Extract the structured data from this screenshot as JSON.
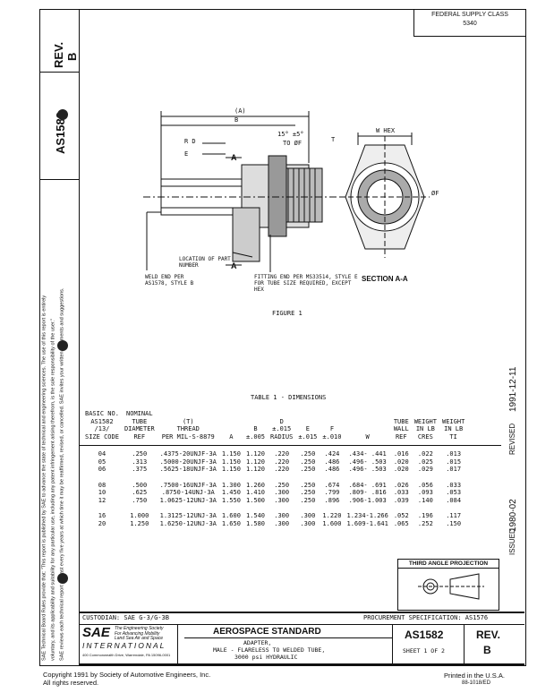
{
  "side": {
    "rev_label": "REV.",
    "rev_value": "B",
    "doc_id": "AS1582",
    "disclaimer_1": "SAE Technical Board Rules provide that: \"This report is published by SAE to advance the state of technical and engineering sciences. The use of this report is entirely",
    "disclaimer_2": "voluntary, and its applicability and suitability for any particular use, including any patent infringement arising therefrom, is the sole responsibility of the user.\"",
    "disclaimer_3": "SAE reviews each technical report at least every five years at which time it may be reaffirmed, revised, or cancelled. SAE invites your written comments and suggestions."
  },
  "right_side": {
    "revised_label": "REVISED",
    "revised_date": "1991-12-11",
    "issued_label": "ISSUED",
    "issued_date": "1980-02"
  },
  "fsc": {
    "label": "FEDERAL SUPPLY CLASS",
    "value": "5340"
  },
  "figure": {
    "caption": "FIGURE 1",
    "labels": {
      "a_dim": "(A)",
      "b_dim": "B",
      "rd": "R D",
      "e": "E",
      "angle": "15° ±5°",
      "to_phi_f": "TO ØF",
      "t": "T",
      "a_cut_top": "A",
      "a_cut_bottom": "A",
      "fitting_end": "FITTING END PER MS33514, STYLE E FOR TUBE SIZE REQUIRED, EXCEPT HEX",
      "location": "LOCATION OF PART NUMBER",
      "weld_end": "WELD END PER AS1578, STYLE B",
      "w_hex": "W HEX",
      "phi_f": "ØF",
      "section": "SECTION A-A"
    }
  },
  "table": {
    "title": "TABLE 1 - DIMENSIONS",
    "headers": [
      [
        "BASIC NO.",
        "AS1582",
        "/13/",
        "SIZE CODE"
      ],
      [
        "NOMINAL",
        "TUBE",
        "DIAMETER",
        "REF"
      ],
      [
        "",
        "(T)",
        "THREAD",
        "PER MIL-S-8879"
      ],
      [
        "",
        "",
        "",
        "A"
      ],
      [
        "",
        "",
        "B",
        "±.005"
      ],
      [
        "",
        "D",
        "±.015",
        "RADIUS"
      ],
      [
        "",
        "",
        "E",
        "±.015"
      ],
      [
        "",
        "",
        "F",
        "±.010"
      ],
      [
        "",
        "",
        "",
        "W"
      ],
      [
        "",
        "TUBE",
        "WALL",
        "REF"
      ],
      [
        "",
        "WEIGHT",
        "IN LB",
        "CRES"
      ],
      [
        "",
        "WEIGHT",
        "IN LB",
        "TI"
      ]
    ],
    "groups": [
      [
        [
          "04",
          ".250",
          ".4375-20UNJF-3A",
          "1.150",
          "1.120",
          ".220",
          ".250",
          ".424",
          ".434- .441",
          ".016",
          ".022",
          ".013"
        ],
        [
          "05",
          ".313",
          ".5000-20UNJF-3A",
          "1.150",
          "1.120",
          ".220",
          ".250",
          ".486",
          ".496- .503",
          ".020",
          ".025",
          ".015"
        ],
        [
          "06",
          ".375",
          ".5625-18UNJF-3A",
          "1.150",
          "1.120",
          ".220",
          ".250",
          ".486",
          ".496- .503",
          ".020",
          ".029",
          ".017"
        ]
      ],
      [
        [
          "08",
          ".500",
          ".7500-16UNJF-3A",
          "1.300",
          "1.260",
          ".250",
          ".250",
          ".674",
          ".684- .691",
          ".026",
          ".056",
          ".033"
        ],
        [
          "10",
          ".625",
          ".8750-14UNJ-3A",
          "1.450",
          "1.410",
          ".300",
          ".250",
          ".799",
          ".809- .816",
          ".033",
          ".093",
          ".053"
        ],
        [
          "12",
          ".750",
          "1.0625-12UNJ-3A",
          "1.550",
          "1.500",
          ".300",
          ".250",
          ".896",
          ".906-1.003",
          ".039",
          ".140",
          ".084"
        ]
      ],
      [
        [
          "16",
          "1.000",
          "1.3125-12UNJ-3A",
          "1.600",
          "1.540",
          ".300",
          ".300",
          "1.220",
          "1.234-1.266",
          ".052",
          ".196",
          ".117"
        ],
        [
          "20",
          "1.250",
          "1.6250-12UNJ-3A",
          "1.650",
          "1.580",
          ".300",
          ".300",
          "1.600",
          "1.609-1.641",
          ".065",
          ".252",
          ".150"
        ]
      ]
    ]
  },
  "third_angle": "THIRD ANGLE PROJECTION",
  "title_block": {
    "custodian": "CUSTODIAN:  SAE G-3/G-3B",
    "procurement": "PROCUREMENT SPECIFICATION:    AS1576",
    "sae_logo": "SAE",
    "sae_tag1": "The Engineering Society",
    "sae_tag2": "For Advancing Mobility",
    "sae_tag3": "Land Sea Air and Space",
    "sae_intl": "INTERNATIONAL",
    "sae_address": "400 Commonwealth Drive, Warrendale, PA 15096-0001",
    "standard": "AEROSPACE STANDARD",
    "title1": "ADAPTER,",
    "title2": "MALE - FLARELESS TO WELDED TUBE,",
    "title3": "3000 psi HYDRAULIC",
    "doc_no": "AS1582",
    "sheet": "SHEET 1 OF 2",
    "rev_label": "REV.",
    "rev_value": "B"
  },
  "footer": {
    "copyright": "Copyright 1991 by Society of Automotive Engineers, Inc.",
    "rights": "All rights reserved.",
    "printed": "Printed in the U.S.A.",
    "code": "88-1018/ED"
  }
}
